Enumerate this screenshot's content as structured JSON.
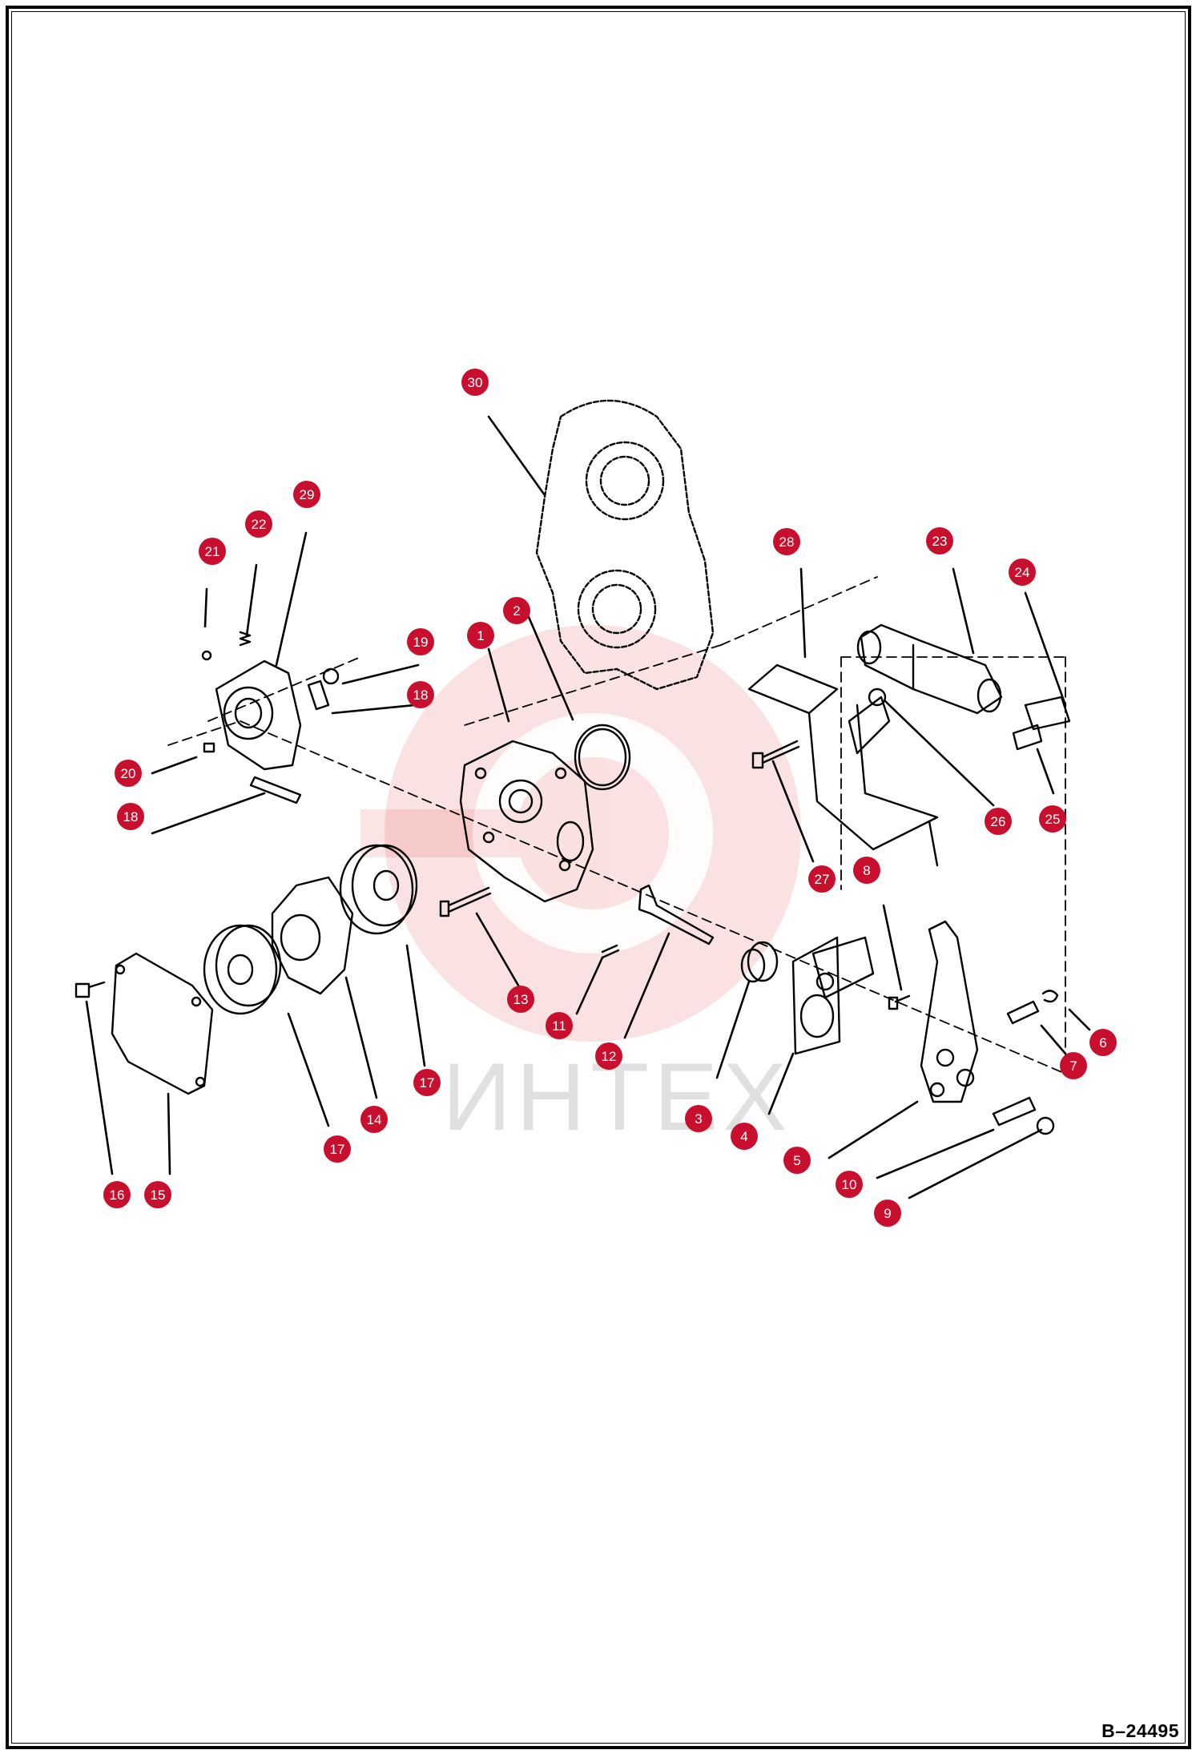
{
  "drawing_number": "B–24495",
  "watermark_text": "ИНТЕХ",
  "callout_color": "#c8102e",
  "callouts": [
    "1",
    "2",
    "3",
    "4",
    "5",
    "6",
    "7",
    "8",
    "9",
    "10",
    "11",
    "12",
    "13",
    "14",
    "15",
    "16",
    "17",
    "17",
    "18",
    "18",
    "19",
    "20",
    "21",
    "22",
    "23",
    "24",
    "25",
    "26",
    "27",
    "28",
    "29",
    "30"
  ]
}
